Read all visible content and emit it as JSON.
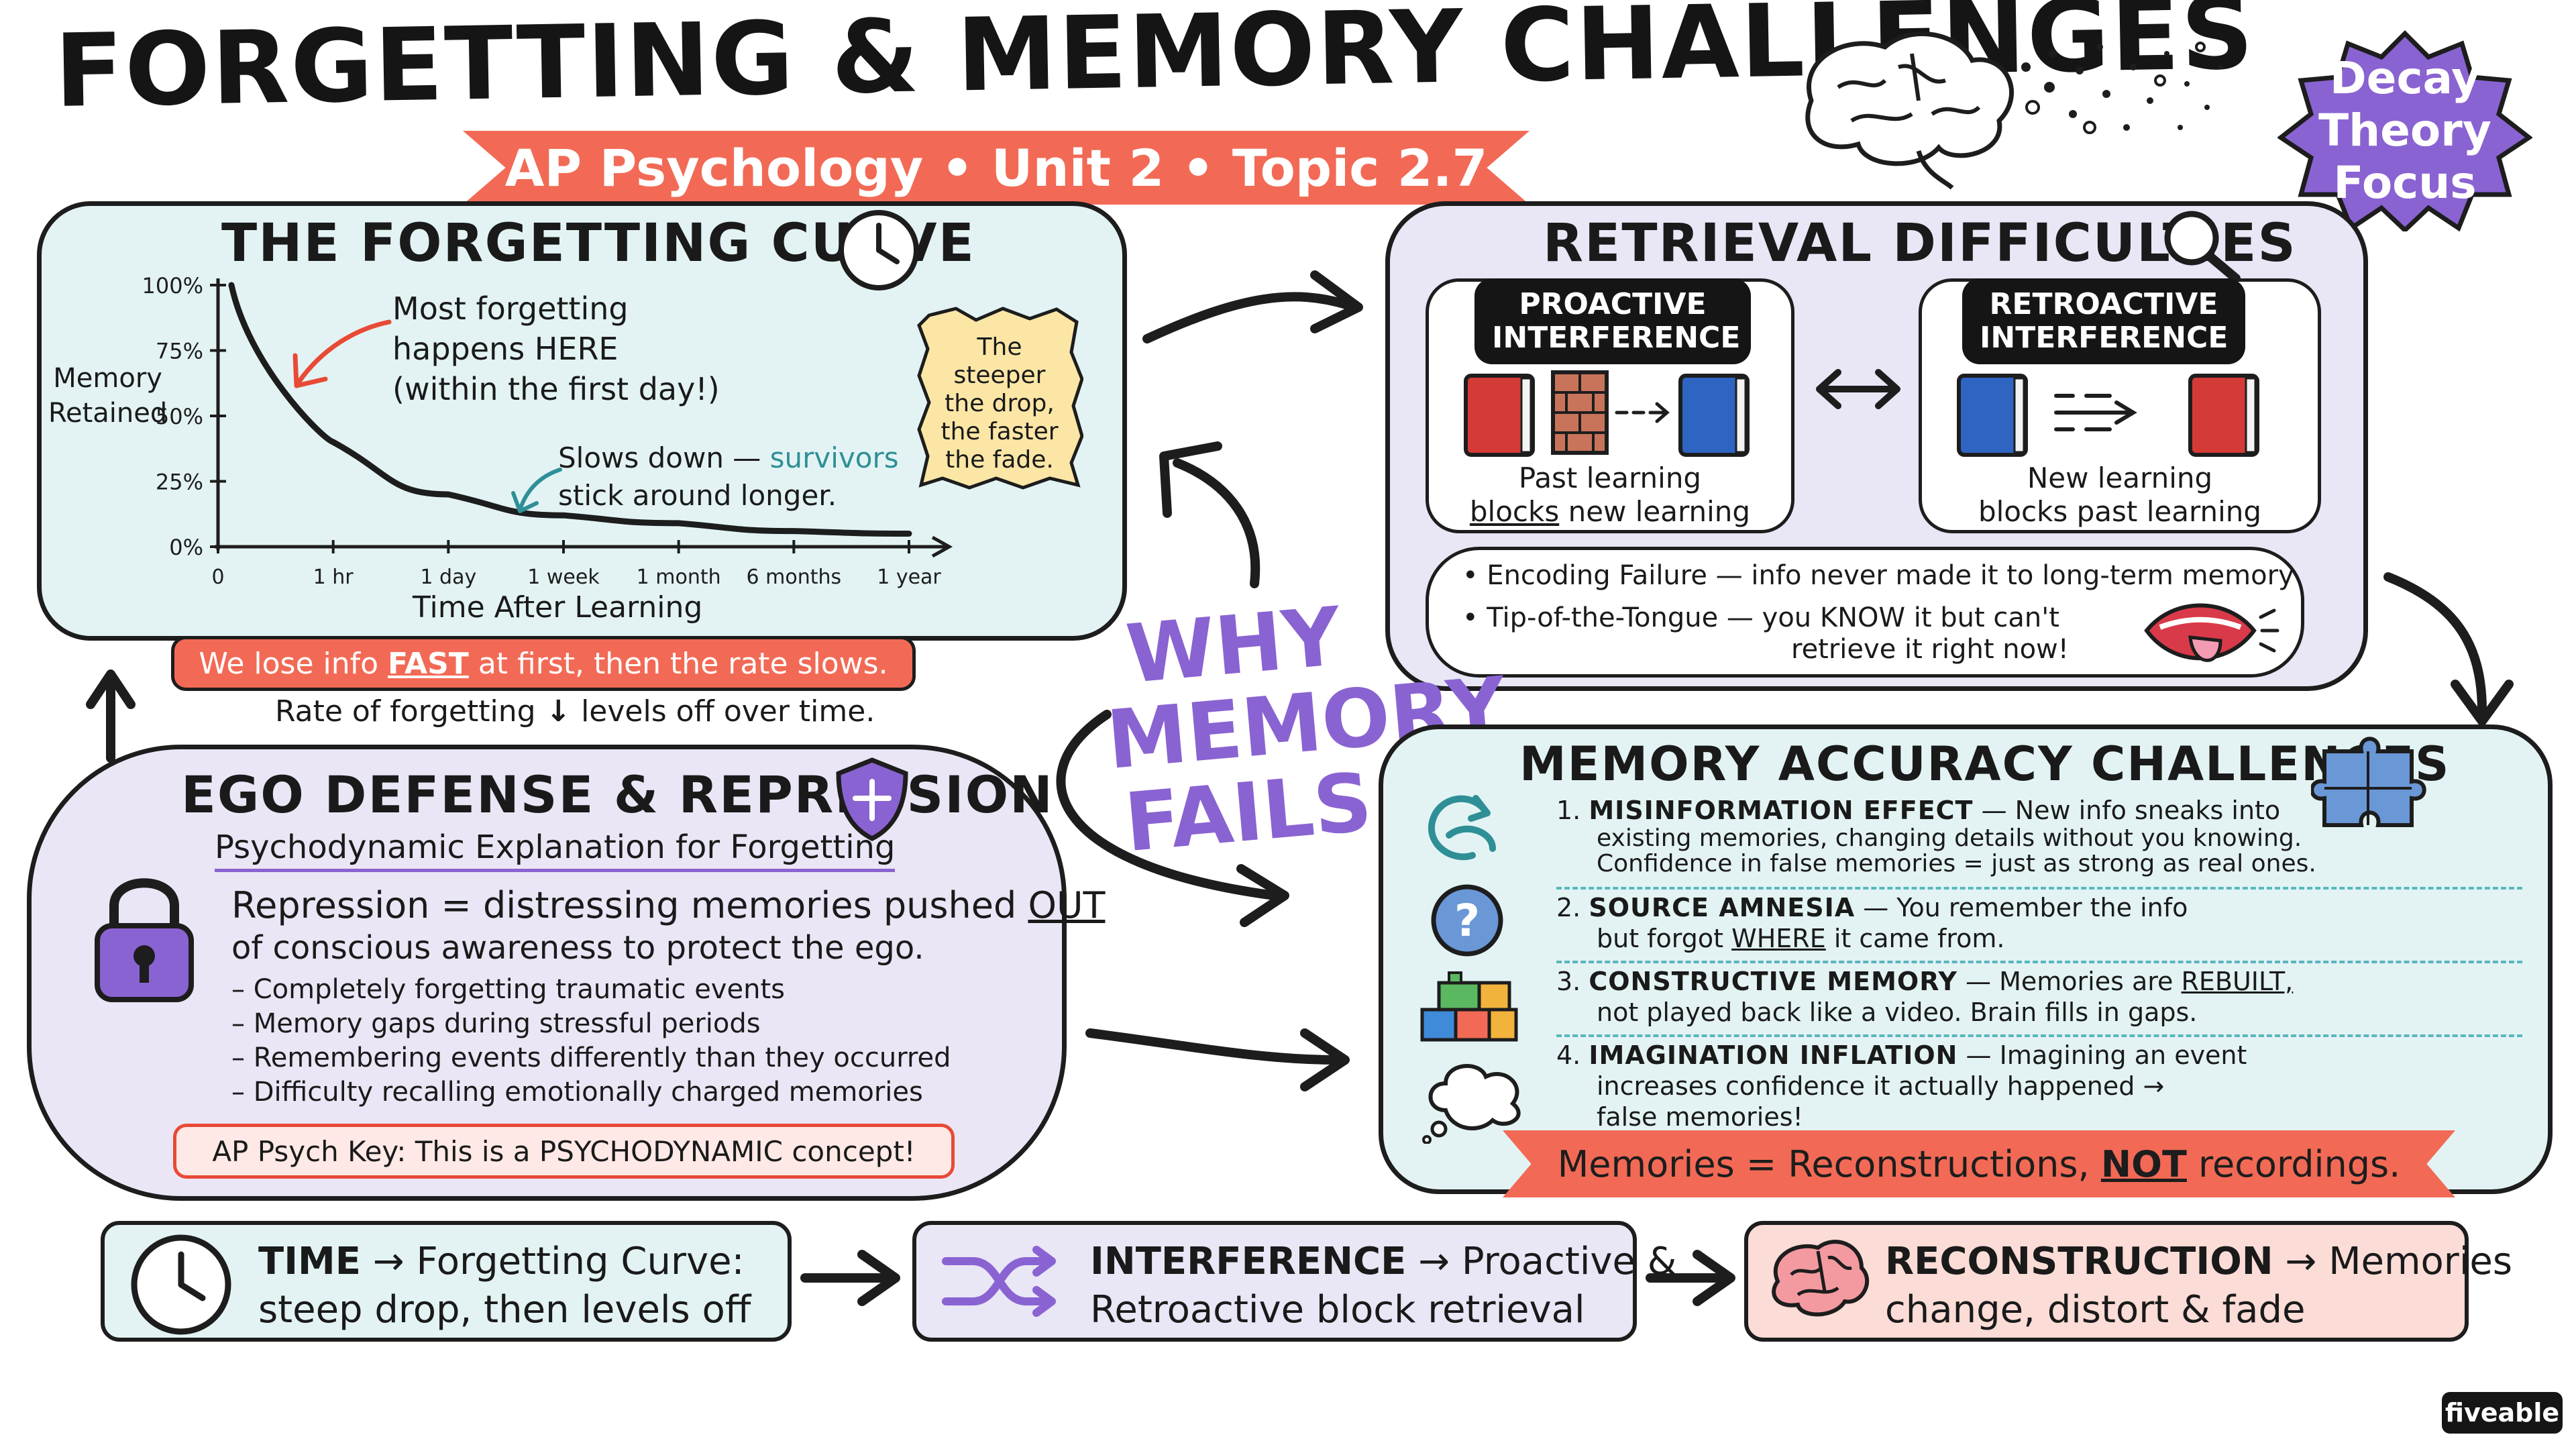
{
  "header": {
    "title": "FORGETTING & MEMORY CHALLENGES",
    "subtitle": "AP Psychology • Unit 2 • Topic 2.7",
    "badge": [
      "Decay",
      "Theory",
      "Focus"
    ]
  },
  "curve": {
    "title": "THE FORGETTING CURVE",
    "ylabel": [
      "Memory",
      "Retained"
    ],
    "ticks_y": [
      "100%",
      "75%",
      "50%",
      "25%",
      "0%"
    ],
    "ticks_x": [
      "0",
      "1 hr",
      "1 day",
      "1 week",
      "1 month",
      "6 months",
      "1 year"
    ],
    "xlabel": "Time After Learning",
    "annot_most": [
      "Most forgetting",
      "happens HERE",
      "(within the first day!)"
    ],
    "annot_slow_a": "Slows down —",
    "annot_slow_b": "survivors",
    "annot_slow_c": "stick around longer.",
    "note": [
      "The",
      "steeper",
      "the drop,",
      "the faster",
      "the fade."
    ],
    "banner_a": "We lose info",
    "banner_b": "FAST",
    "banner_c": "at first, then the rate slows.",
    "rate_a": "Rate of forgetting",
    "rate_b": "levels off over time."
  },
  "center": {
    "why": [
      "WHY",
      "MEMORY",
      "FAILS"
    ]
  },
  "retrieval": {
    "title": "RETRIEVAL DIFFICULTIES",
    "proactive_label": [
      "PROACTIVE",
      "INTERFERENCE"
    ],
    "proactive_caption_a": "Past learning",
    "proactive_caption_b": "blocks",
    "proactive_caption_c": "new learning",
    "retroactive_label": [
      "RETROACTIVE",
      "INTERFERENCE"
    ],
    "retroactive_caption": [
      "New learning",
      "blocks past learning"
    ],
    "bullet1": "• Encoding Failure — info never made it to long-term memory",
    "bullet2a": "• Tip-of-the-Tongue — you KNOW it but can't",
    "bullet2b": "retrieve it right now!"
  },
  "ego": {
    "title": "EGO DEFENSE & REPRESSION",
    "subtitle": "Psychodynamic Explanation for Forgetting",
    "line1a": "Repression = distressing memories pushed",
    "line1b": "OUT",
    "line2": "of conscious awareness to protect the ego.",
    "bullets": [
      "– Completely forgetting traumatic events",
      "– Memory gaps during stressful periods",
      "– Remembering events differently than they occurred",
      "– Difficulty recalling emotionally charged memories"
    ],
    "key": "AP Psych Key: This is a PSYCHODYNAMIC concept!"
  },
  "accuracy": {
    "title": "MEMORY ACCURACY CHALLENGES",
    "items": [
      {
        "num": "1.",
        "head": "MISINFORMATION EFFECT",
        "text": [
          "— New info sneaks into",
          "existing memories, changing details without you knowing.",
          "Confidence in false memories = just as strong as real ones."
        ]
      },
      {
        "num": "2.",
        "head": "SOURCE AMNESIA",
        "text": [
          "— You remember the info",
          "but forgot",
          "WHERE",
          "it came from."
        ]
      },
      {
        "num": "3.",
        "head": "CONSTRUCTIVE MEMORY",
        "text": [
          "— Memories are",
          "REBUILT,",
          "not played back like a video. Brain fills in gaps."
        ]
      },
      {
        "num": "4.",
        "head": "IMAGINATION INFLATION",
        "text": [
          "— Imagining an event",
          "increases confidence it actually happened →",
          "false memories!"
        ]
      }
    ],
    "banner_a": "Memories = Reconstructions,",
    "banner_b": "NOT",
    "banner_c": "recordings."
  },
  "summary": {
    "time_head": "TIME",
    "time_text": [
      "→ Forgetting Curve:",
      "steep drop, then levels off"
    ],
    "interf_head": "INTERFERENCE",
    "interf_text": [
      "→ Proactive &",
      "Retroactive block retrieval"
    ],
    "recon_head": "RECONSTRUCTION",
    "recon_text": [
      "→ Memories",
      "change, distort & fade"
    ]
  },
  "footer": {
    "brand": "fiveable"
  },
  "chart_data": {
    "type": "line",
    "title": "THE FORGETTING CURVE",
    "xlabel": "Time After Learning",
    "ylabel": "Memory Retained",
    "categories": [
      "0",
      "1 hr",
      "1 day",
      "1 week",
      "1 month",
      "6 months",
      "1 year"
    ],
    "x": [
      0,
      1,
      2,
      3,
      4,
      5,
      6
    ],
    "values": [
      100,
      40,
      20,
      12,
      9,
      6,
      5
    ],
    "ylim": [
      0,
      100
    ],
    "y_ticks": [
      0,
      25,
      50,
      75,
      100
    ]
  },
  "colors": {
    "accent_red": "#f26a55",
    "purple": "#8a63d2",
    "teal": "#2f8f96",
    "panel_teal": "#e3f3f4",
    "panel_lavender": "#e9e6f6",
    "note_yellow": "#fbe6a6"
  },
  "icons": [
    "brain-icon",
    "clock-icon",
    "magnifier-icon",
    "lock-icon",
    "shield-icon",
    "puzzle-icon",
    "book-icon",
    "brick-wall-icon",
    "mouth-icon",
    "shuffle-icon",
    "cycle-arrows-icon",
    "question-icon",
    "blocks-icon",
    "thought-cloud-icon"
  ]
}
